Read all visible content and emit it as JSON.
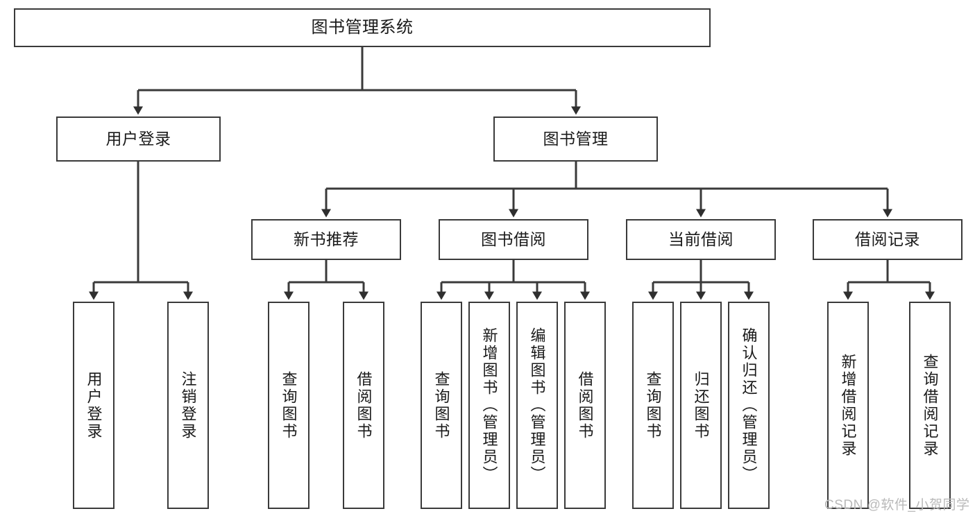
{
  "diagram": {
    "title_node": {
      "label": "图书管理系统"
    },
    "level2": [
      {
        "id": "user-login",
        "label": "用户登录"
      },
      {
        "id": "book-management",
        "label": "图书管理"
      }
    ],
    "level3": [
      {
        "id": "new-book-recommend",
        "label": "新书推荐"
      },
      {
        "id": "book-borrow",
        "label": "图书借阅"
      },
      {
        "id": "current-borrow",
        "label": "当前借阅"
      },
      {
        "id": "borrow-record",
        "label": "借阅记录"
      }
    ],
    "leaves": {
      "user_login": [
        {
          "id": "leaf-user-login",
          "label": "用户登录"
        },
        {
          "id": "leaf-logout-login",
          "label": "注销登录"
        }
      ],
      "new_book_recommend": [
        {
          "id": "leaf-query-book-1",
          "label": "查询图书"
        },
        {
          "id": "leaf-borrow-book-1",
          "label": "借阅图书"
        }
      ],
      "book_borrow": [
        {
          "id": "leaf-query-book-2",
          "label": "查询图书"
        },
        {
          "id": "leaf-add-book",
          "label": "新增图书（管理员）"
        },
        {
          "id": "leaf-edit-book",
          "label": "编辑图书（管理员）"
        },
        {
          "id": "leaf-borrow-book-2",
          "label": "借阅图书"
        }
      ],
      "current_borrow": [
        {
          "id": "leaf-query-book-3",
          "label": "查询图书"
        },
        {
          "id": "leaf-return-book",
          "label": "归还图书"
        },
        {
          "id": "leaf-confirm-return",
          "label": "确认归还（管理员）"
        }
      ],
      "borrow_record": [
        {
          "id": "leaf-add-borrow-record",
          "label": "新增借阅记录"
        },
        {
          "id": "leaf-query-borrow-record",
          "label": "查询借阅记录"
        }
      ]
    },
    "watermark": "CSDN @软件_小贺同学",
    "colors": {
      "stroke": "#3a3a3a",
      "fill": "#ffffff",
      "text": "#1a1a1a",
      "watermark": "#b9b9b9"
    }
  }
}
